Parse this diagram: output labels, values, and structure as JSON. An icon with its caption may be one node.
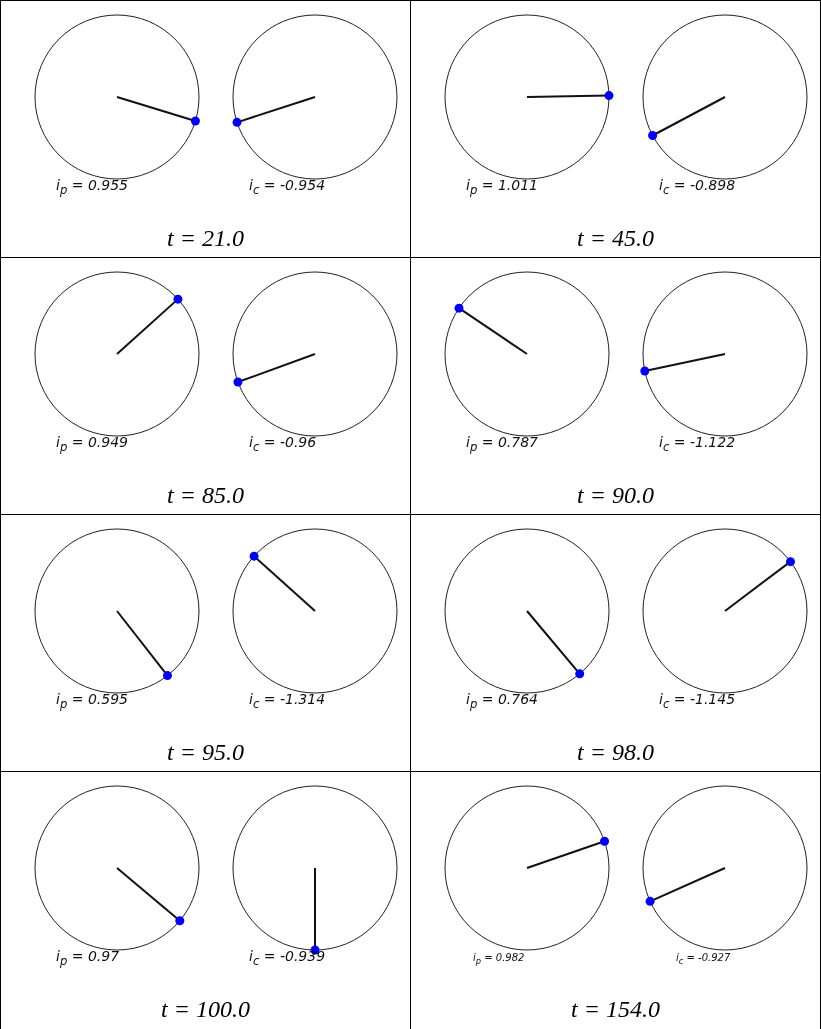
{
  "diagram": {
    "labels": [
      "i$_{p}$ = 0.955",
      "i$_{c}$ = -0.954",
      "t = 21.0",
      "i$_{p}$ = 1.011",
      "i$_{c}$ = -0.898",
      "t = 45.0",
      "i$_{p}$ = 0.949",
      "i$_{c}$ = -0.96",
      "t = 85.0",
      "i$_{p}$ = 0.787",
      "i$_{c}$ = -1.122",
      "t = 90.0",
      "i$_{p}$ = 0.595",
      "i$_{c}$ = -1.314",
      "t = 95.0",
      "i$_{p}$ = 0.764",
      "i$_{c}$ = -1.145",
      "t = 98.0",
      "i$_{p}$ = 0.97",
      "i$_{c}$ = -0.939",
      "t = 100.0",
      "i$_{p}$ = 0.982",
      "i$_{c}$ = -0.927",
      "t = 154.0"
    ]
  }
}
